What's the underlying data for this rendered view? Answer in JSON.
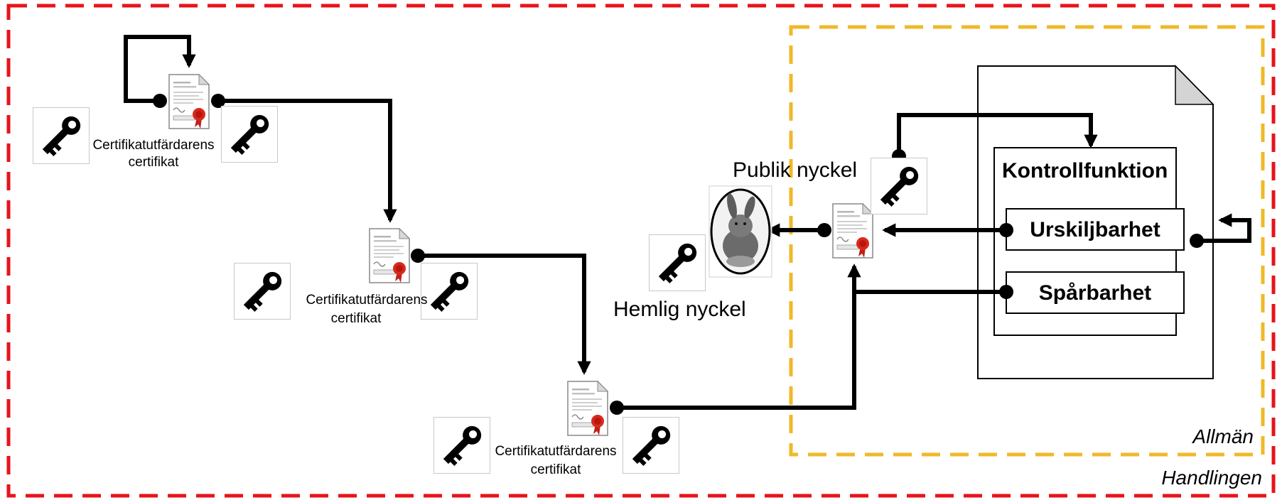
{
  "regions": {
    "outer": {
      "label": "Handlingen",
      "color": "#e8131b"
    },
    "inner": {
      "label": "Allmän",
      "color": "#f0b92a"
    }
  },
  "ca_certificates": [
    {
      "line1": "Certifikatutfärdarens",
      "line2": "certifikat"
    },
    {
      "line1": "Certifikatutfärdarens",
      "line2": "certifikat"
    },
    {
      "line1": "Certifikatutfärdarens",
      "line2": "certifikat"
    }
  ],
  "keys": {
    "public": "Publik nyckel",
    "secret": "Hemlig nyckel"
  },
  "document": {
    "title": "Kontrollfunktion",
    "functions": [
      "Urskiljbarhet",
      "Spårbarhet"
    ]
  },
  "icons": [
    "key-icon",
    "certificate-icon",
    "rabbit-photo",
    "document-icon"
  ]
}
